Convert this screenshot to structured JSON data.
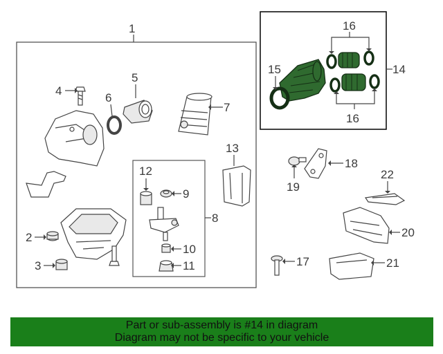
{
  "callouts": {
    "c1": "1",
    "c2": "2",
    "c3": "3",
    "c4": "4",
    "c5": "5",
    "c6": "6",
    "c7": "7",
    "c8": "8",
    "c9": "9",
    "c10": "10",
    "c11": "11",
    "c12": "12",
    "c13": "13",
    "c14": "14",
    "c15": "15",
    "c16a": "16",
    "c16b": "16",
    "c17": "17",
    "c18": "18",
    "c19": "19",
    "c20": "20",
    "c21": "21",
    "c22": "22"
  },
  "banner": {
    "line1": "Part or sub-assembly is #14 in diagram",
    "line2": "Diagram may not be specific to your vehicle"
  },
  "colors": {
    "highlight": "#2f6a2f",
    "banner": "#1a7f1a"
  }
}
